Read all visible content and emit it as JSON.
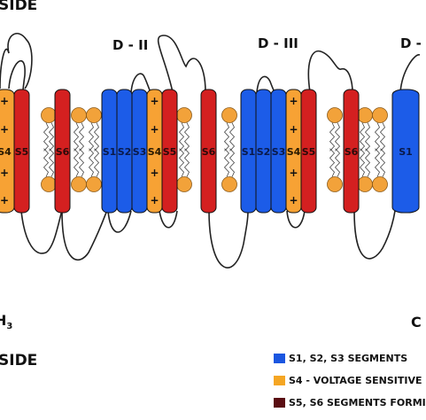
{
  "labels": {
    "top_side": "SIDE",
    "bottom_side": "SIDE",
    "n_terminus": "H",
    "n_terminus_sub": "3",
    "c_terminus": "C",
    "domain_2": "D - II",
    "domain_3": "D - III",
    "domain_4": "D -"
  },
  "segments": {
    "d1": [
      "S4",
      "S5",
      "S6"
    ],
    "d2": [
      "S1",
      "S2",
      "S3",
      "S4",
      "S5",
      "S6"
    ],
    "d3": [
      "S1",
      "S2",
      "S3",
      "S4",
      "S5",
      "S6"
    ],
    "d4": [
      "S1"
    ]
  },
  "charge_symbol": "+",
  "legend": [
    {
      "label": "S1, S2, S3 SEGMENTS",
      "color": "#1a56e0"
    },
    {
      "label": "S4 - VOLTAGE SENSITIVE",
      "color": "#f5a623"
    },
    {
      "label": "S5, S6 SEGMENTS FORMI",
      "color": "#5a0d12"
    }
  ],
  "colors": {
    "blue_segment": "#1c5ce8",
    "orange_segment": "#f7a234",
    "red_segment": "#d42020",
    "lipid_head": "#f2a23a",
    "loop": "#222222"
  }
}
